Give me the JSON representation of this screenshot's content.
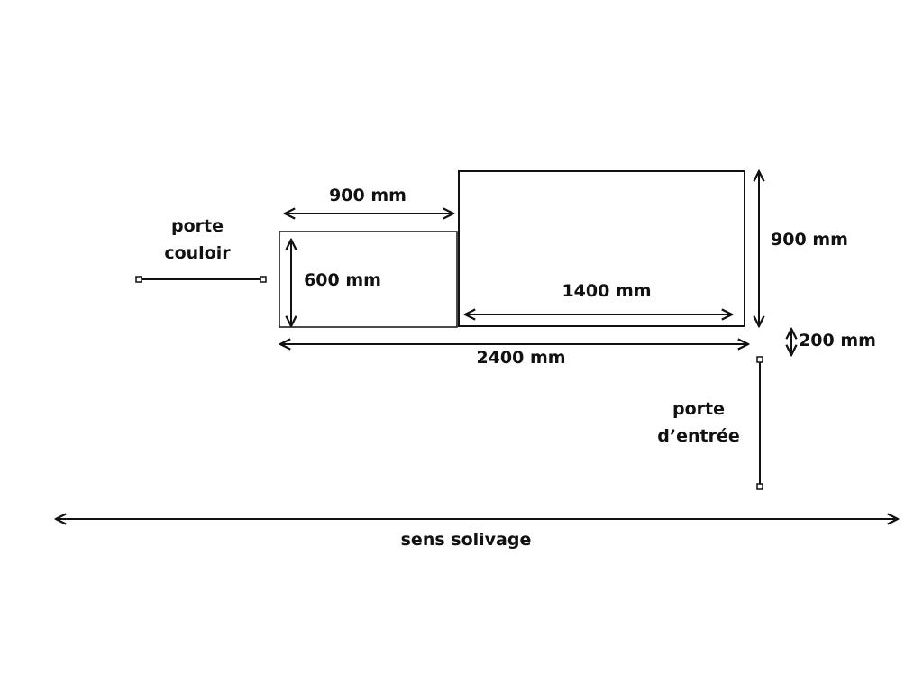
{
  "labels": {
    "top_small_width": "900 mm",
    "small_height": "600 mm",
    "large_inner_width": "1400 mm",
    "large_height": "900 mm",
    "offset": "200 mm",
    "total_width": "2400 mm",
    "door_corridor_line1": "porte",
    "door_corridor_line2": "couloir",
    "door_entry_line1": "porte",
    "door_entry_line2": "d’entrée",
    "joist_direction": "sens solivage"
  }
}
